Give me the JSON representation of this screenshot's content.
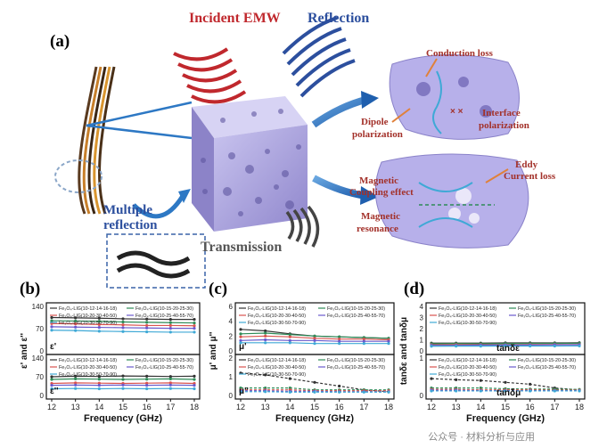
{
  "figure": {
    "panel_a": "(a)",
    "panel_b": "(b)",
    "panel_c": "(c)",
    "panel_d": "(d)",
    "incident": "Incident EMW",
    "reflection": "Reflection",
    "multiple_reflection_line1": "Multiple",
    "multiple_reflection_line2": "reflection",
    "transmission": "Transmission",
    "conduction_loss": "Conduction loss",
    "dipole_line1": "Dipole",
    "dipole_line2": "polarization",
    "interface_line1": "Interface",
    "interface_line2": "polarization",
    "eddy_line1": "Eddy",
    "eddy_line2": "Current loss",
    "magcoupling_line1": "Magnetic",
    "magcoupling_line2": "Coupling effect",
    "magres_line1": "Magnetic",
    "magres_line2": "resonance",
    "watermark": "公众号 · 材料分析与应用"
  },
  "legend_entries": [
    "Fe₃O₄-LIG(10-12-14-16-18)",
    "Fe₃O₄-LIG(10-15-20-25-30)",
    "Fe₃O₄-LIG(10-20-30-40-50)",
    "Fe₃O₄-LIG(10-25-40-55-70)",
    "Fe₃O₄-LIG(10-30-50-70-90)"
  ],
  "series_colors": [
    "#333333",
    "#2e8b57",
    "#d9534f",
    "#6a5acd",
    "#3fa9d6"
  ],
  "chart_data": [
    {
      "id": "b",
      "type": "line",
      "xlabel": "Frequency (GHz)",
      "ylabel": "ε' and ε''",
      "xlim": [
        12,
        18
      ],
      "xticks": [
        "12",
        "13",
        "14",
        "15",
        "16",
        "17",
        "18"
      ],
      "top": {
        "label": "ε'",
        "yticks": [
          "140",
          "70",
          "0"
        ],
        "ylim": [
          0,
          140
        ],
        "series": [
          {
            "values": [
              105,
              104,
              103,
              101,
              100,
              99,
              99
            ]
          },
          {
            "values": [
              95,
              94,
              93,
              91,
              90,
              89,
              88
            ]
          },
          {
            "values": [
              86,
              85,
              83,
              82,
              80,
              80,
              79
            ]
          },
          {
            "values": [
              76,
              75,
              74,
              73,
              72,
              71,
              71
            ]
          },
          {
            "values": [
              65,
              64,
              62,
              61,
              60,
              59,
              59
            ]
          }
        ]
      },
      "bottom": {
        "label": "ε''",
        "yticks": [
          "140",
          "70",
          "0"
        ],
        "ylim": [
          0,
          140
        ],
        "series": [
          {
            "values": [
              70,
              72,
              71,
              73,
              72,
              71,
              72
            ]
          },
          {
            "values": [
              60,
              62,
              61,
              60,
              61,
              62,
              60
            ]
          },
          {
            "values": [
              45,
              47,
              46,
              45,
              46,
              47,
              45
            ]
          },
          {
            "values": [
              38,
              39,
              38,
              39,
              38,
              39,
              38
            ]
          },
          {
            "values": [
              25,
              26,
              25,
              26,
              25,
              26,
              25
            ]
          }
        ]
      }
    },
    {
      "id": "c",
      "type": "line",
      "xlabel": "Frequency (GHz)",
      "ylabel": "μ' and μ''",
      "xlim": [
        12,
        18
      ],
      "xticks": [
        "12",
        "13",
        "14",
        "15",
        "16",
        "17",
        "18"
      ],
      "top": {
        "label": "μ'",
        "yticks": [
          "6",
          "4",
          "2",
          "0"
        ],
        "ylim": [
          0,
          6
        ],
        "series": [
          {
            "values": [
              2.9,
              2.7,
              2.3,
              2.0,
              1.9,
              1.8,
              1.7
            ]
          },
          {
            "values": [
              2.3,
              2.4,
              2.2,
              2.0,
              1.9,
              1.8,
              1.7
            ]
          },
          {
            "values": [
              1.9,
              2.0,
              1.9,
              1.7,
              1.6,
              1.6,
              1.5
            ]
          },
          {
            "values": [
              1.4,
              1.5,
              1.4,
              1.4,
              1.3,
              1.3,
              1.3
            ]
          },
          {
            "values": [
              1.1,
              1.1,
              1.1,
              1.0,
              1.0,
              1.0,
              1.0
            ]
          }
        ]
      },
      "bottom": {
        "label": "μ''",
        "yticks": [
          "2",
          "1",
          "0"
        ],
        "ylim": [
          0,
          2
        ],
        "series": [
          {
            "values": [
              1.2,
              1.1,
              0.9,
              0.7,
              0.5,
              0.3,
              0.2
            ]
          },
          {
            "values": [
              0.4,
              0.4,
              0.4,
              0.3,
              0.3,
              0.3,
              0.3
            ]
          },
          {
            "values": [
              0.3,
              0.3,
              0.3,
              0.25,
              0.25,
              0.25,
              0.25
            ]
          },
          {
            "values": [
              0.25,
              0.25,
              0.22,
              0.22,
              0.2,
              0.2,
              0.2
            ]
          },
          {
            "values": [
              0.2,
              0.2,
              0.18,
              0.18,
              0.18,
              0.18,
              0.18
            ]
          }
        ]
      }
    },
    {
      "id": "d",
      "type": "line",
      "xlabel": "Frequency (GHz)",
      "ylabel": "tanδε and tanδμ",
      "xlim": [
        12,
        18
      ],
      "xticks": [
        "12",
        "13",
        "14",
        "15",
        "16",
        "17",
        "18"
      ],
      "top": {
        "label": "tanδε",
        "yticks": [
          "4",
          "3",
          "2",
          "1",
          "0"
        ],
        "ylim": [
          0,
          4
        ],
        "series": [
          {
            "values": [
              0.7,
              0.7,
              0.7,
              0.72,
              0.72,
              0.72,
              0.73
            ]
          },
          {
            "values": [
              0.65,
              0.66,
              0.65,
              0.66,
              0.67,
              0.68,
              0.68
            ]
          },
          {
            "values": [
              0.55,
              0.56,
              0.56,
              0.55,
              0.57,
              0.58,
              0.57
            ]
          },
          {
            "values": [
              0.5,
              0.5,
              0.52,
              0.53,
              0.53,
              0.55,
              0.55
            ]
          },
          {
            "values": [
              0.42,
              0.43,
              0.43,
              0.44,
              0.44,
              0.44,
              0.45
            ]
          }
        ]
      },
      "bottom": {
        "label": "tanδμ",
        "yticks": [
          "1",
          "0"
        ],
        "ylim": [
          0,
          1
        ],
        "series": [
          {
            "values": [
              0.45,
              0.42,
              0.4,
              0.35,
              0.3,
              0.2,
              0.15
            ]
          },
          {
            "values": [
              0.2,
              0.2,
              0.2,
              0.18,
              0.17,
              0.17,
              0.16
            ]
          },
          {
            "values": [
              0.16,
              0.16,
              0.15,
              0.15,
              0.15,
              0.14,
              0.14
            ]
          },
          {
            "values": [
              0.14,
              0.14,
              0.13,
              0.13,
              0.13,
              0.13,
              0.13
            ]
          },
          {
            "values": [
              0.12,
              0.12,
              0.12,
              0.12,
              0.12,
              0.12,
              0.12
            ]
          }
        ]
      }
    }
  ]
}
